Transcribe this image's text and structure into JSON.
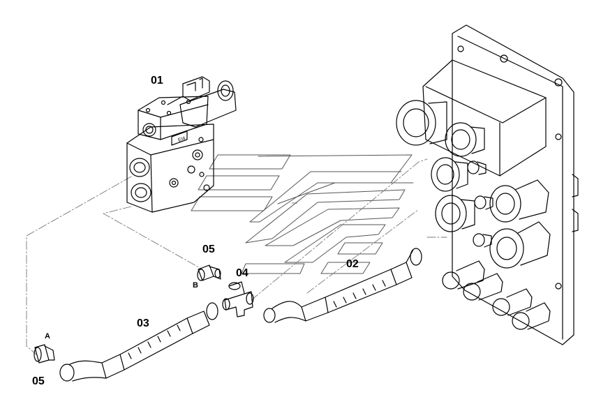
{
  "callouts": {
    "valve": "01",
    "hose_right": "02",
    "hose_left": "03",
    "tee": "04",
    "adapter_b": "05",
    "adapter_a": "05"
  },
  "port_labels": {
    "a": "A",
    "b": "B"
  },
  "watermark_text": "****",
  "solenoid_plate_text": "EI4",
  "colors": {
    "line": "#000000",
    "watermark": "#555555",
    "background": "#ffffff"
  }
}
